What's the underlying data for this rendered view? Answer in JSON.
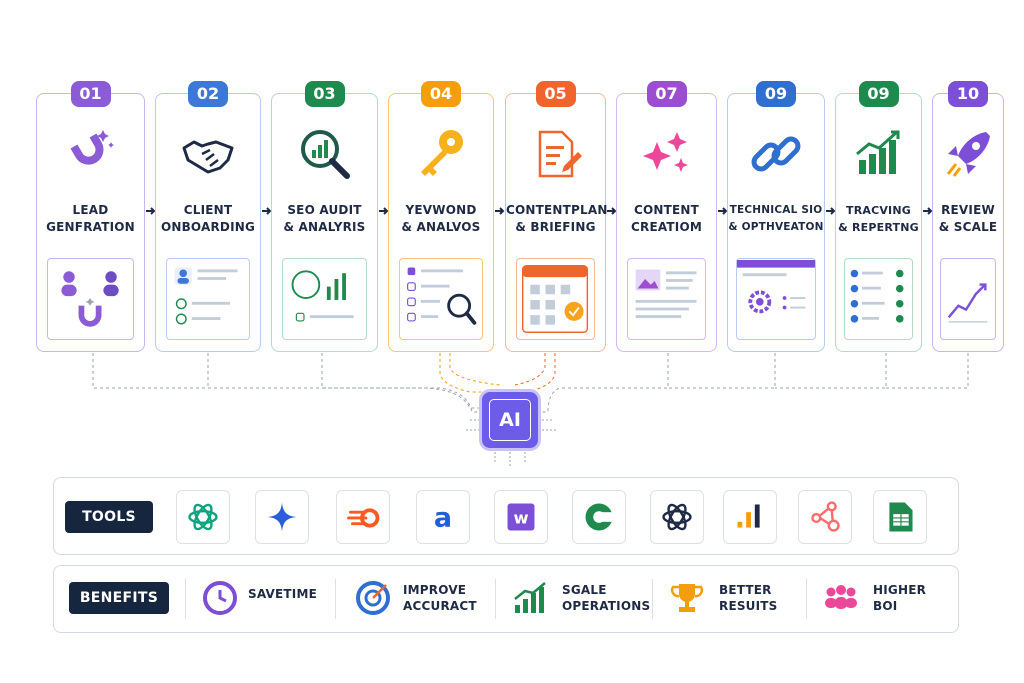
{
  "steps": [
    {
      "num": "01",
      "line1": "LEAD",
      "line2": "GENFRATION",
      "color": "#8b5cd6"
    },
    {
      "num": "02",
      "line1": "CLIENT",
      "line2": "ONBOARDING",
      "color": "#3b78d8"
    },
    {
      "num": "03",
      "line1": "SEO AUDIT",
      "line2": "& ANALYRIS",
      "color": "#1e8a4e"
    },
    {
      "num": "04",
      "line1": "YEVWOND",
      "line2": "& ANALVOS",
      "color": "#f59e0b"
    },
    {
      "num": "05",
      "line1": "CONTENTPLAN",
      "line2": "& BRIEFING",
      "color": "#f0642d"
    },
    {
      "num": "07",
      "line1": "CONTENT",
      "line2": "CREATIOM",
      "color": "#9b4fd0"
    },
    {
      "num": "09",
      "line1": "TECHNICAL SIO",
      "line2": "& OPTHVEATON",
      "color": "#2f6fd0"
    },
    {
      "num": "09",
      "line1": "TRACVING",
      "line2": "& REPERTNG",
      "color": "#1e8a4e"
    },
    {
      "num": "10",
      "line1": "REVIEW",
      "line2": "& SCALE",
      "color": "#7c4fd6"
    }
  ],
  "ai_label": "AI",
  "tools": {
    "label": "TOOLS",
    "items": [
      {
        "icon": "openai-knot-icon",
        "color": "#10a37f"
      },
      {
        "icon": "sparkle-star-icon",
        "color": "#2b5fd9"
      },
      {
        "icon": "semrush-flame-icon",
        "color": "#ff5a1f"
      },
      {
        "icon": "ahrefs-a-icon",
        "color": "#1f5fd9"
      },
      {
        "icon": "w-logo-icon",
        "color": "#7c4fd6"
      },
      {
        "icon": "c-logo-icon",
        "color": "#1e8a4e"
      },
      {
        "icon": "openai-knot-dark-icon",
        "color": "#1f2a44"
      },
      {
        "icon": "bar-analytics-icon",
        "color": "#f59e0b"
      },
      {
        "icon": "hub-nodes-icon",
        "color": "#ff6b6b"
      },
      {
        "icon": "sheets-doc-icon",
        "color": "#1e8a4e"
      }
    ]
  },
  "benefits": {
    "label": "BENEFITS",
    "items": [
      {
        "icon": "clock-icon",
        "line1": "SAVETIME",
        "line2": "",
        "color": "#7c4fd6"
      },
      {
        "icon": "target-icon",
        "line1": "IMPROVE",
        "line2": "ACCURACT",
        "color": "#2f6fd0"
      },
      {
        "icon": "growth-chart-icon",
        "line1": "SGALE",
        "line2": "OPERATIONS",
        "color": "#1e8a4e"
      },
      {
        "icon": "trophy-icon",
        "line1": "BETTER",
        "line2": "RESUITS",
        "color": "#f59e0b"
      },
      {
        "icon": "team-icon",
        "line1": "HIGHER",
        "line2": "BOI",
        "color": "#ec4899"
      }
    ]
  }
}
